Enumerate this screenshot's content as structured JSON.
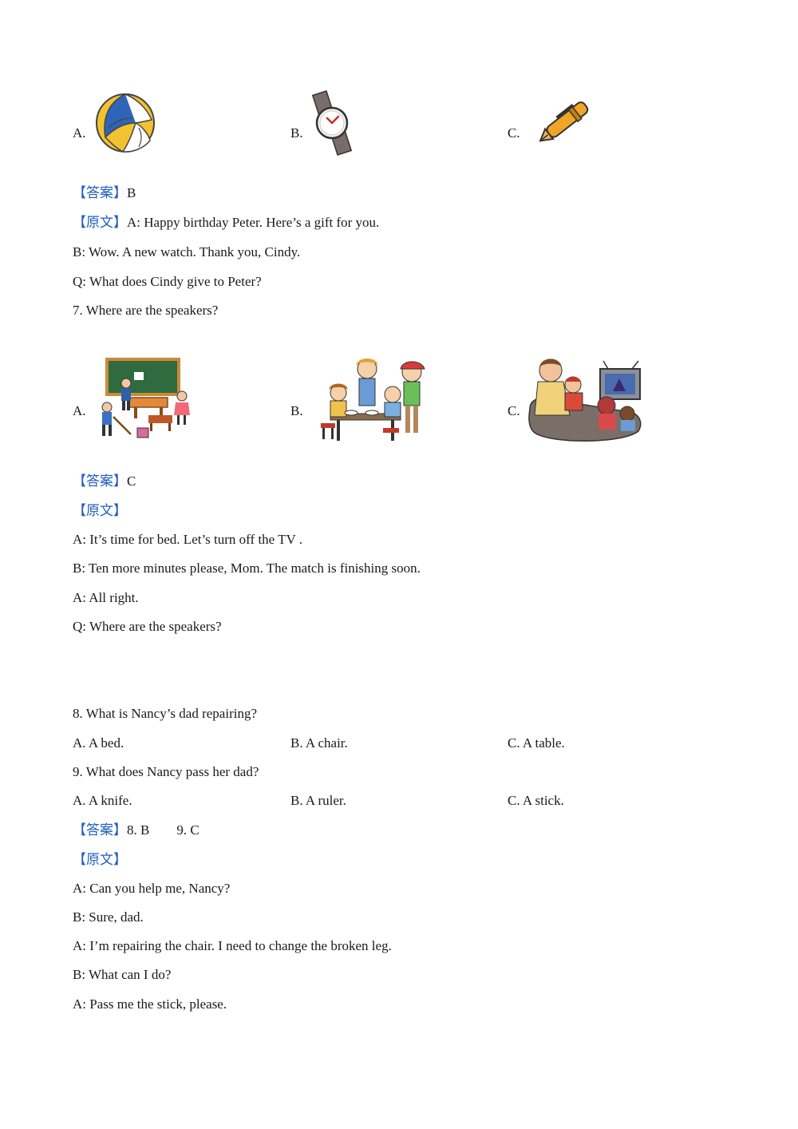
{
  "q6": {
    "options": [
      {
        "letter": "A.",
        "icon": "volleyball-icon"
      },
      {
        "letter": "B.",
        "icon": "watch-icon"
      },
      {
        "letter": "C.",
        "icon": "fountain-pen-icon"
      }
    ],
    "answer_tag": "【答案】",
    "answer": "B",
    "script_tag": "【原文】",
    "script_first": "A: Happy birthday Peter. Here’s a gift for you.",
    "lines": [
      "B: Wow. A new watch. Thank you, Cindy.",
      "Q: What does Cindy give to Peter?"
    ]
  },
  "q7": {
    "question": "7.  Where are the speakers?",
    "options": [
      {
        "letter": "A.",
        "icon": "classroom-cleaning-picture"
      },
      {
        "letter": "B.",
        "icon": "family-dining-picture"
      },
      {
        "letter": "C.",
        "icon": "family-watching-tv-picture"
      }
    ],
    "answer_tag": "【答案】",
    "answer": "C",
    "script_tag": "【原文】",
    "lines": [
      "A: It’s time for bed. Let’s turn off the TV .",
      "B: Ten more minutes please, Mom. The match is finishing soon.",
      "A: All right.",
      "Q: Where are the speakers?"
    ]
  },
  "q8": {
    "question": "8.  What is Nancy’s dad repairing?",
    "options": [
      "A.  A bed.",
      "B.  A chair.",
      "C.  A table."
    ]
  },
  "q9": {
    "question": "9.  What does Nancy pass her dad?",
    "options": [
      "A.  A knife.",
      "B.  A ruler.",
      "C.  A stick."
    ]
  },
  "q89": {
    "answer_tag": "【答案】",
    "answer_a": "8. B",
    "answer_b": "9. C",
    "script_tag": "【原文】",
    "lines": [
      "A: Can you help me, Nancy?",
      "B: Sure, dad.",
      "A: I’m repairing the chair. I need to change the broken leg.",
      "B: What can I do?",
      "A: Pass me the stick, please."
    ]
  },
  "colors": {
    "tag": "#1f5fbf",
    "text": "#1a1a1a"
  }
}
